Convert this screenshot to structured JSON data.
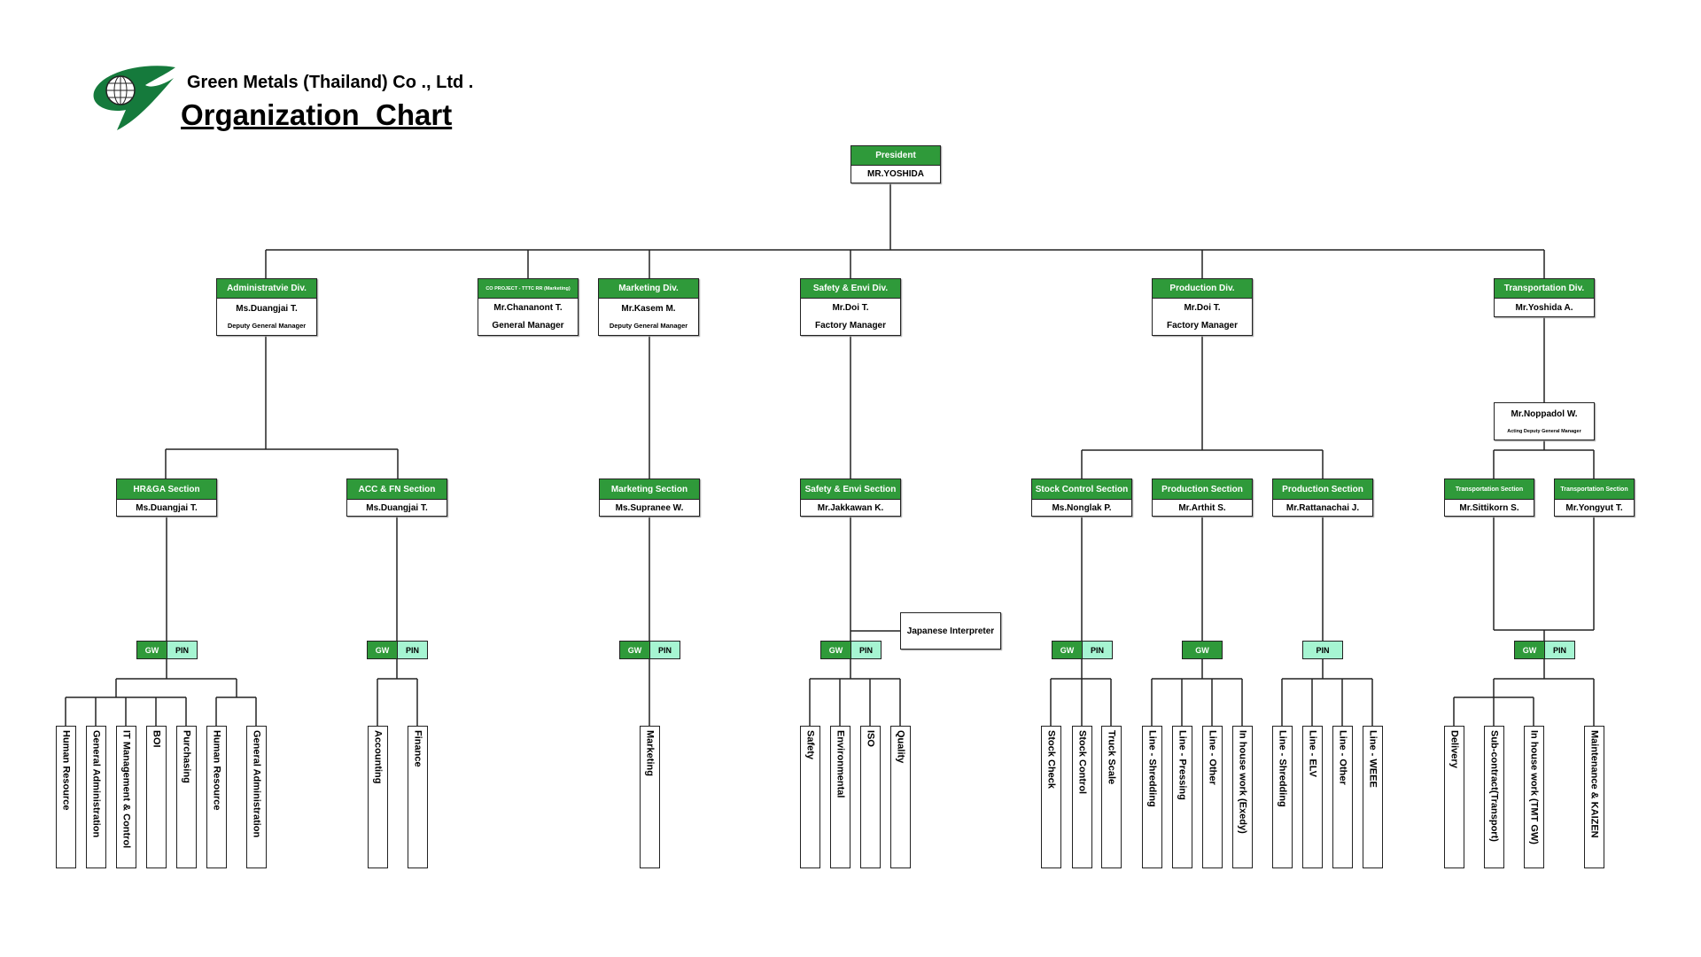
{
  "header": {
    "company": "Green Metals (Thailand) Co ., Ltd .",
    "title": "Organization  Chart"
  },
  "colors": {
    "header_green": "#2f9a3a",
    "gw_green": "#2f9a3a",
    "pin_mint": "#a6f5d2"
  },
  "president": {
    "title": "President",
    "name": "MR.YOSHIDA"
  },
  "divisions": [
    {
      "title": "Administratvie Div.",
      "name": "Ms.Duangjai T.",
      "position": "Deputy General Manager"
    },
    {
      "title": "CO PROJECT - TTTC RR (Marketing)",
      "name": "Mr.Chananont T.",
      "position": "General Manager"
    },
    {
      "title": "Marketing Div.",
      "name": "Mr.Kasem M.",
      "position": "Deputy General Manager"
    },
    {
      "title": "Safety & Envi Div.",
      "name": "Mr.Doi T.",
      "position": "Factory Manager"
    },
    {
      "title": "Production Div.",
      "name": "Mr.Doi T.",
      "position": "Factory Manager"
    },
    {
      "title": "Transportation Div.",
      "name": "Mr.Yoshida A."
    }
  ],
  "deputy": {
    "name": "Mr.Noppadol W.",
    "position": "Acting Deputy General Manager"
  },
  "sections": [
    {
      "title": "HR&GA Section",
      "name": "Ms.Duangjai T."
    },
    {
      "title": "ACC & FN Section",
      "name": "Ms.Duangjai T."
    },
    {
      "title": "Marketing Section",
      "name": "Ms.Supranee W."
    },
    {
      "title": "Safety & Envi Section",
      "name": "Mr.Jakkawan K."
    },
    {
      "title": "Stock Control Section",
      "name": "Ms.Nonglak P."
    },
    {
      "title": "Production Section",
      "name": "Mr.Arthit S."
    },
    {
      "title": "Production Section",
      "name": "Mr.Rattanachai J."
    },
    {
      "title": "Transportation Section",
      "name": "Mr.Sittikorn S."
    },
    {
      "title": "Transportation Section",
      "name": "Mr.Yongyut T."
    }
  ],
  "interpreter": "Japanese Interpreter",
  "badges": {
    "gw": "GW",
    "pin": "PIN"
  },
  "units": {
    "hrga": [
      "Human Resource",
      "General Administration",
      "IT Management & Control",
      "BOI",
      "Purchasing",
      "Human Resource",
      "General Administration"
    ],
    "acc": [
      "Accounting",
      "Finance"
    ],
    "marketing": [
      "Marketing"
    ],
    "safety": [
      "Safety",
      "Environmental",
      "ISO",
      "Quality"
    ],
    "stock": [
      "Stock Check",
      "Stock Control",
      "Truck Scale"
    ],
    "production1": [
      "Line - Shredding",
      "Line - Pressing",
      "Line - Other",
      "In house work (Exedy)"
    ],
    "production2": [
      "Line - Shredding",
      "Line - ELV",
      "Line - Other",
      "Line - WEEE"
    ],
    "transport": [
      "Delivery",
      "Sub-contract(Transport)",
      "In house work (TMT GW)",
      "Maintenance & KAIZEN"
    ]
  }
}
